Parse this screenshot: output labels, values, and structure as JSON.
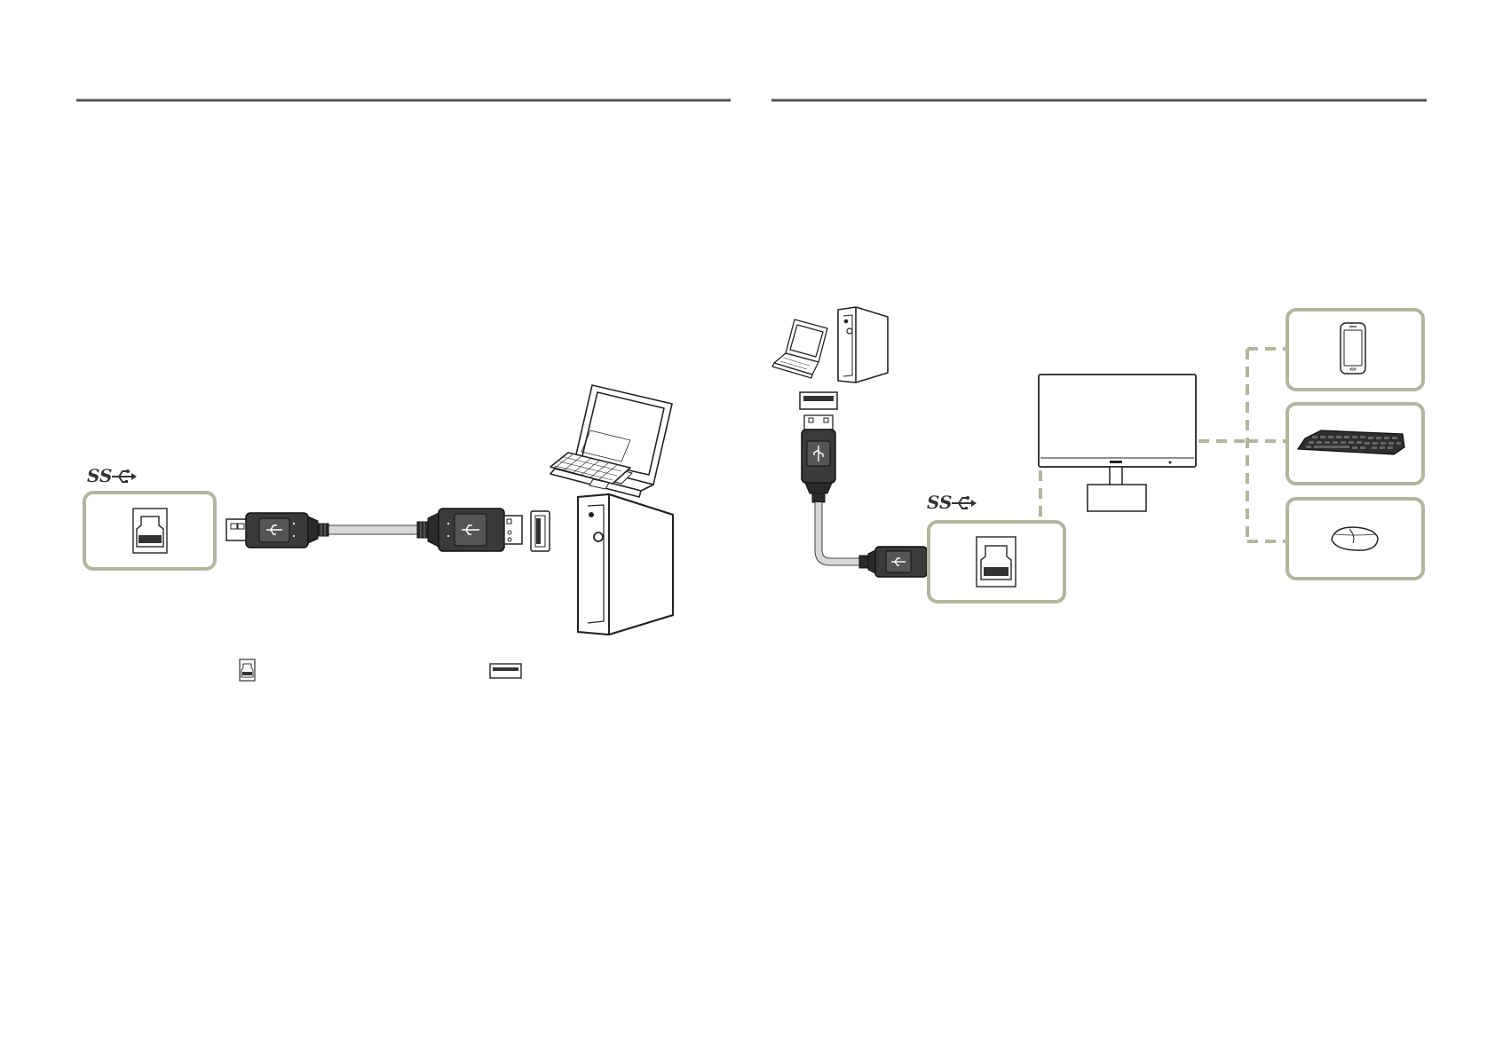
{
  "page": {
    "width": 1684,
    "height": 1191
  },
  "colors": {
    "rule": "#555555",
    "port_frame": "#b5b59f",
    "dashed_line": "#b5b59f",
    "connector_body": "#3a3a3a",
    "connector_dark": "#1f1f1f",
    "outline": "#222222",
    "cable": "#d8d8d8"
  },
  "left_panel": {
    "usb_logo": "SS",
    "port_box": "usb-b-upstream-port",
    "cable": "usb-a-to-b-cable",
    "devices": [
      "laptop",
      "desktop-pc"
    ],
    "legend_icons": [
      "usb-b-port-icon",
      "usb-a-port-icon"
    ]
  },
  "right_panel": {
    "usb_logo": "SS",
    "port_box": "usb-b-upstream-port",
    "source_devices": [
      "laptop",
      "desktop-pc"
    ],
    "hub": "monitor",
    "peripherals": [
      "smartphone",
      "keyboard",
      "mouse"
    ]
  }
}
